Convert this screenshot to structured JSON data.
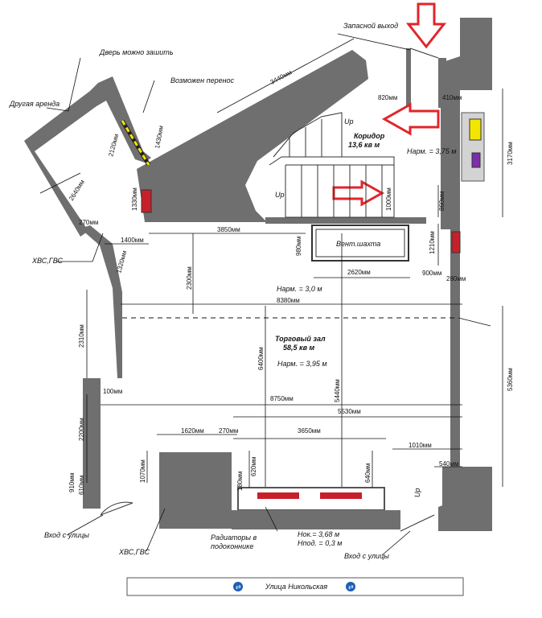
{
  "labels": {
    "emergency_exit": "Запасной выход",
    "door_sewable": "Дверь можно зашить",
    "other_rent": "Другая аренда",
    "possible_move": "Возможен перенос",
    "corridor_title": "Коридор",
    "corridor_area": "13,6 кв м",
    "corridor_height": "Нарм. = 3,75 м",
    "vent_shaft": "Вент.шахта",
    "hall_height_top": "Нарм. = 3,0 м",
    "hall_title": "Торговый зал",
    "hall_area": "58,5 кв м",
    "hall_height": "Нарм. = 3,95 м",
    "hvs_gvs_top": "ХВС,ГВС",
    "hvs_gvs_bottom": "ХВС,ГВС",
    "entrance_left": "Вход с улицы",
    "entrance_right": "Вход с улицы",
    "radiators_1": "Радиаторы в",
    "radiators_2": "подоконнике",
    "sill_1": "Нок.= 3,68 м",
    "sill_2": "Нпод. = 0,3 м",
    "street": "Улица Никольская",
    "up_1": "Up",
    "up_2": "Up",
    "up_3": "Up"
  },
  "dimensions": {
    "d3440": "3440мм",
    "d820": "820мм",
    "d410": "410мм",
    "d3170": "3170мм",
    "d2120": "2120мм",
    "d1430": "1430мм",
    "d2640": "2640мм",
    "d1330": "1330мм",
    "d1000": "1000мм",
    "d860": "860мм",
    "d270a": "270мм",
    "d1400": "1400мм",
    "d3850": "3850мм",
    "d1320": "1320мм",
    "d980": "980мм",
    "d1210": "1210мм",
    "d2620": "2620мм",
    "d900": "900мм",
    "d280": "280мм",
    "d2300": "2300мм",
    "d8380": "8380мм",
    "d2310": "2310мм",
    "d6400": "6400мм",
    "d5440": "5440мм",
    "d5360": "5360мм",
    "d100": "100мм",
    "d8750": "8750мм",
    "d5530": "5530мм",
    "d2200": "2200мм",
    "d1620": "1620мм",
    "d270b": "270мм",
    "d3650": "3650мм",
    "d1010": "1010мм",
    "d540": "540мм",
    "d1070": "1070мм",
    "d620": "620мм",
    "d180": "180мм",
    "d640": "640мм",
    "d910": "910мм",
    "d610": "610мм"
  },
  "colors": {
    "wall": "#6f6f6f",
    "red_arrow": "#e0262b",
    "radiator": "#c8202a",
    "yellow_box": "#f2e600",
    "purple_box": "#7b2fa8"
  }
}
